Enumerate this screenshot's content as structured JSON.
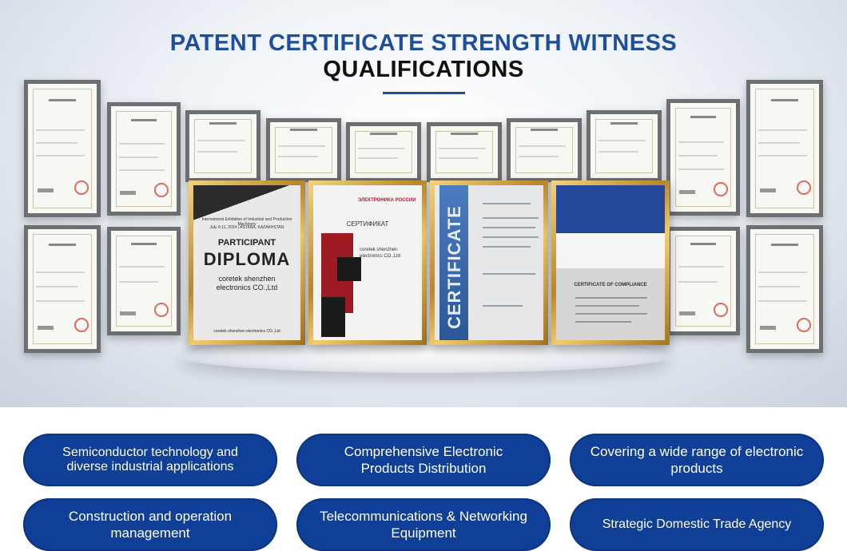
{
  "header": {
    "title_line1": "PATENT CERTIFICATE STRENGTH WITNESS",
    "title_line2": "QUALIFICATIONS"
  },
  "certificates": {
    "diploma": {
      "event": "International Exhibition of Industrial and Production Machinery",
      "dates": "July 9-11, 2024 | ASTANA, KAZAKHSTAN",
      "participant": "PARTICIPANT",
      "title": "DIPLOMA",
      "company_line1": "coretek shenzhen",
      "company_line2": "electronics CO.,Ltd",
      "footer": "coretek shenzhen electronics CO.,Ltd"
    },
    "russian": {
      "logo": "ЭЛЕКТРОНИКА РОССИИ",
      "heading": "СЕРТИФИКАТ",
      "company": "coretek shenzhen electronics CO.,Ltd"
    },
    "ce": {
      "band_text": "CERTIFICATE"
    },
    "compliance": {
      "heading": "CERTIFICATE OF COMPLIANCE"
    }
  },
  "pills": [
    "Semiconductor technology and diverse industrial applications",
    "Comprehensive Electronic Products Distribution",
    "Covering a wide range of electronic products",
    "Construction and operation management",
    "Telecommunications & Networking Equipment",
    "Strategic Domestic Trade Agency"
  ],
  "colors": {
    "brand_blue": "#1d4f9c",
    "pill_blue": "#0f3f96",
    "gold_frame": "#c89a3e"
  }
}
